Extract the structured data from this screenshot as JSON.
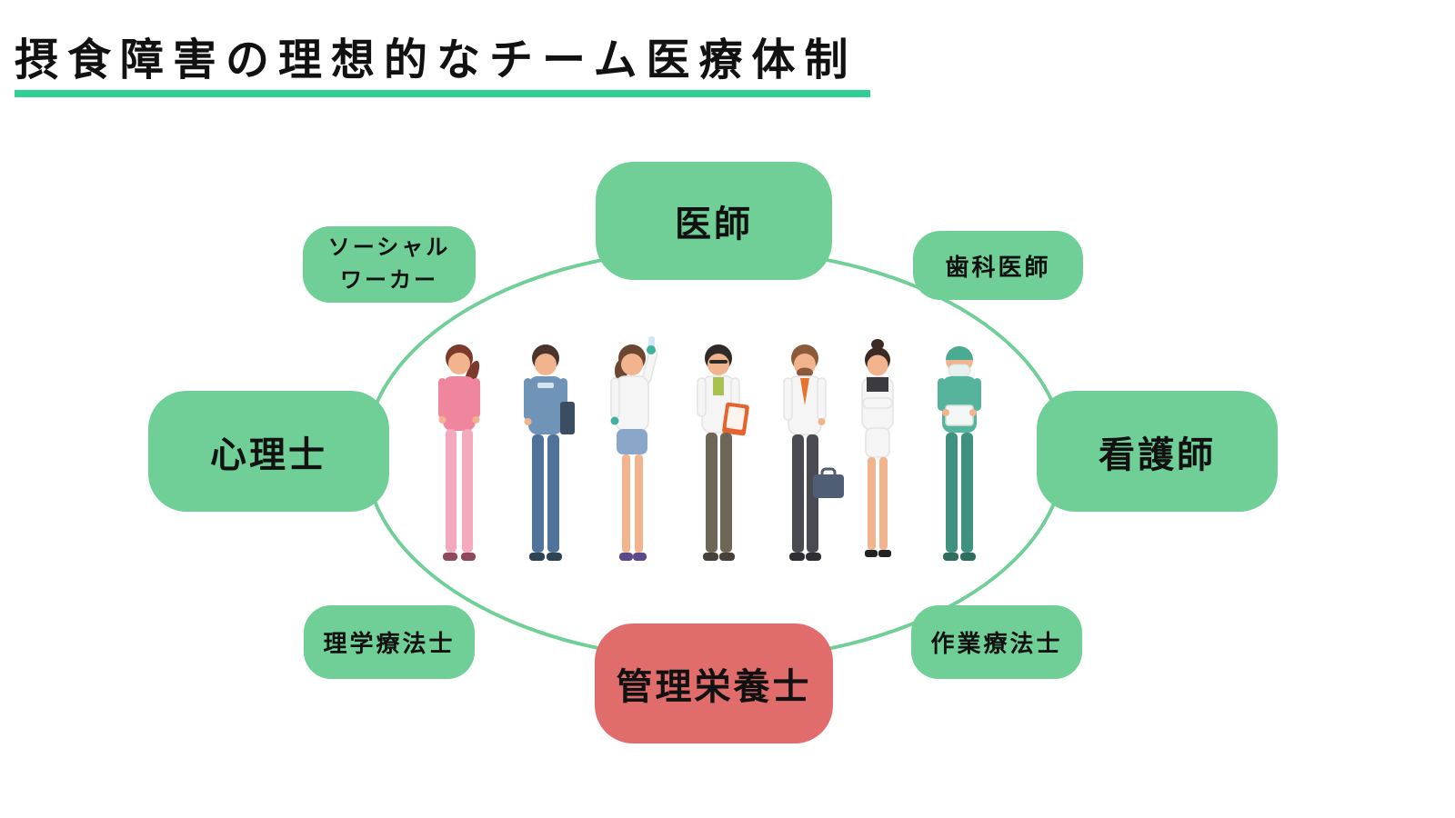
{
  "title": {
    "text": "摂食障害の理想的なチーム医療体制"
  },
  "colors": {
    "green": "#6FCF97",
    "red": "#E06C6C",
    "underline": "#2FCF96",
    "text": "#111111"
  },
  "roles": {
    "doctor": {
      "label": "医師"
    },
    "social_worker": {
      "label_line1": "ソーシャル",
      "label_line2": "ワーカー"
    },
    "dentist": {
      "label": "歯科医師"
    },
    "psychologist": {
      "label": "心理士"
    },
    "nurse": {
      "label": "看護師"
    },
    "physical_therapist": {
      "label": "理学療法士"
    },
    "occupational_therapist": {
      "label": "作業療法士"
    },
    "dietitian": {
      "label": "管理栄養士"
    }
  },
  "illustration": {
    "name": "medical-team-illustration"
  }
}
